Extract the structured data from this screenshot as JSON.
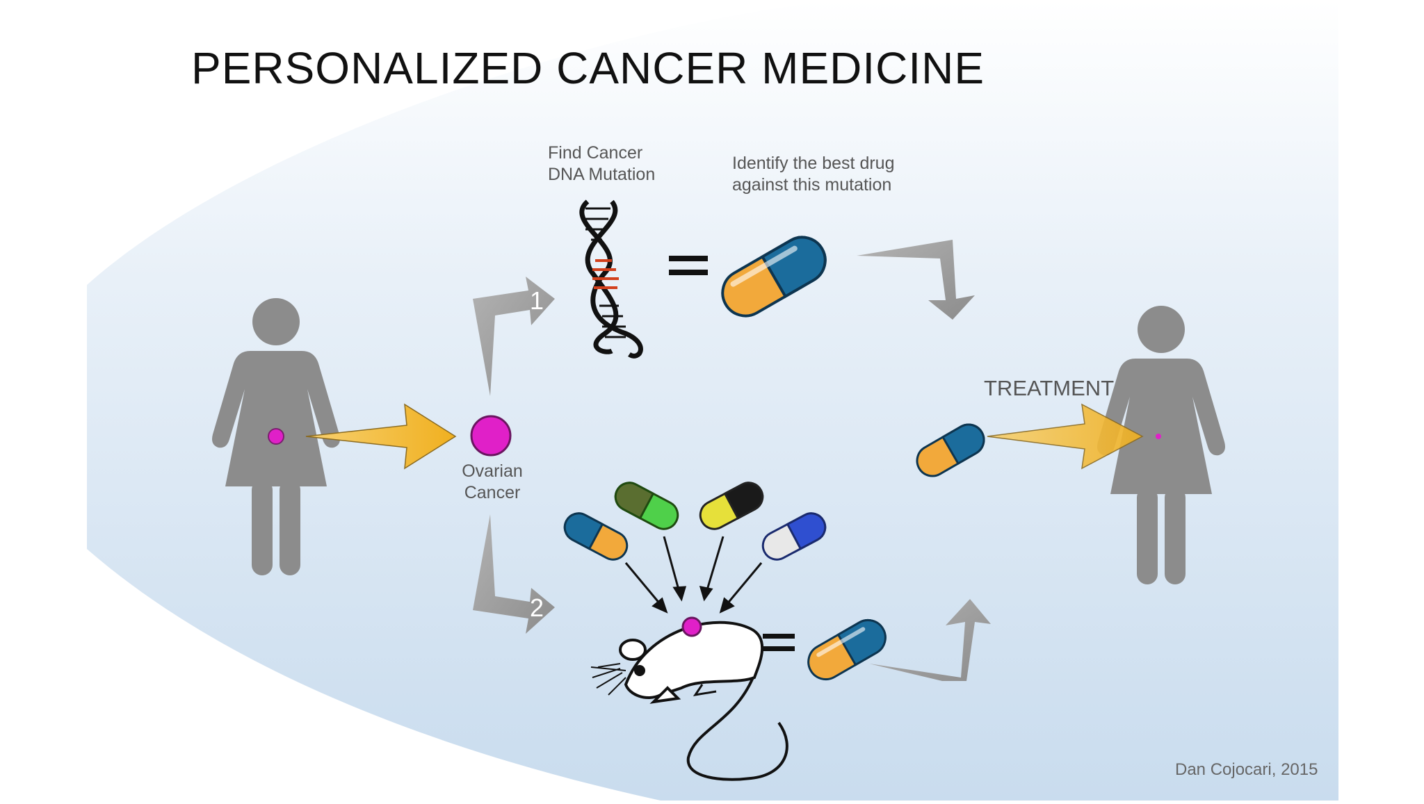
{
  "title": "PERSONALIZED CANCER MEDICINE",
  "steps": {
    "find_mutation": {
      "line1": "Find Cancer",
      "line2": "DNA Mutation"
    },
    "identify_drug": {
      "line1": "Identify the best drug",
      "line2": "against this mutation"
    },
    "path1_number": "1",
    "path2_number": "2",
    "equals_symbol": "="
  },
  "tumor": {
    "line1": "Ovarian",
    "line2": "Cancer"
  },
  "treatment_label": "TREATMENT",
  "credit": "Dan Cojocari, 2015",
  "colors": {
    "background_gradient_top": "#ffffff",
    "background_gradient_bottom": "#c9dcee",
    "figure_gray": "#8c8c8c",
    "arrow_gray": "#999999",
    "tumor_magenta": "#e020c8",
    "arrow_yellow": "#f5bf3c",
    "pill_orange": "#f2a93b",
    "pill_blue": "#1b6c9c",
    "dna_red": "#d2401c"
  },
  "icons": [
    "woman-figure-icon",
    "dna-helix-icon",
    "capsule-icon",
    "mouse-icon",
    "tumor-dot-icon"
  ]
}
